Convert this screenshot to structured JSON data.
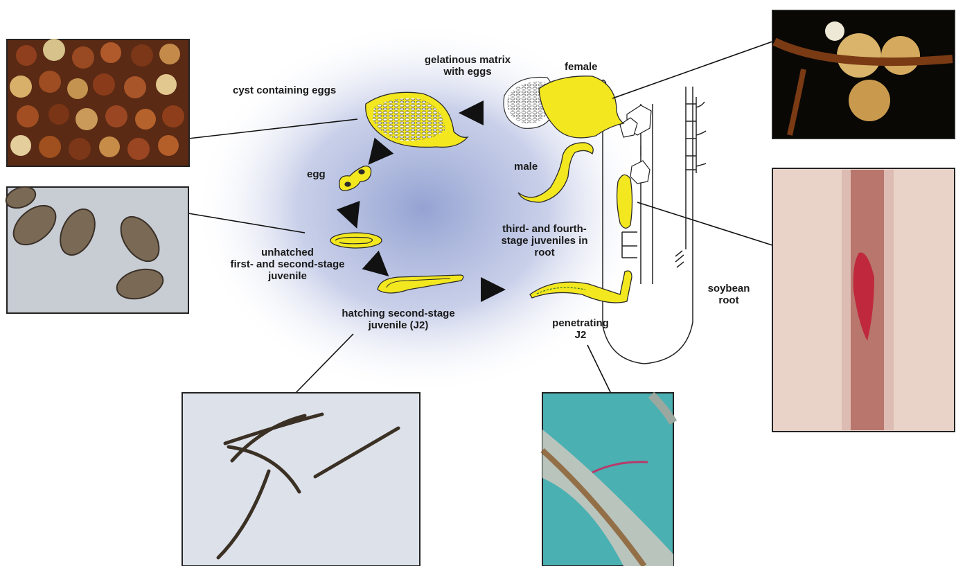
{
  "labels": {
    "gelatinous_matrix": "gelatinous matrix\nwith eggs",
    "female": "female",
    "cyst": "cyst containing eggs",
    "egg": "egg",
    "male": "male",
    "third_fourth": "third- and fourth-\nstage juveniles in\nroot",
    "unhatched": "unhatched\nfirst- and second-stage\njuvenile",
    "hatching": "hatching second-stage\njuvenile (J2)",
    "penetrating": "penetrating\nJ2",
    "soybean_root": "soybean\nroot"
  },
  "colors": {
    "nematode_yellow": "#f3e71f",
    "outline": "#2a2a2a",
    "halo": "#8f9ed0",
    "arrow": "#111111"
  },
  "photos": [
    {
      "name": "cyst-photo",
      "subject": "brown and yellow cysts"
    },
    {
      "name": "egg-photo",
      "subject": "nematode eggs under microscope"
    },
    {
      "name": "j2-photo",
      "subject": "second-stage juveniles"
    },
    {
      "name": "penetration-photo",
      "subject": "J2 penetrating root (stained)"
    },
    {
      "name": "female-photo",
      "subject": "females on root"
    },
    {
      "name": "root-photo",
      "subject": "juvenile inside root"
    }
  ]
}
